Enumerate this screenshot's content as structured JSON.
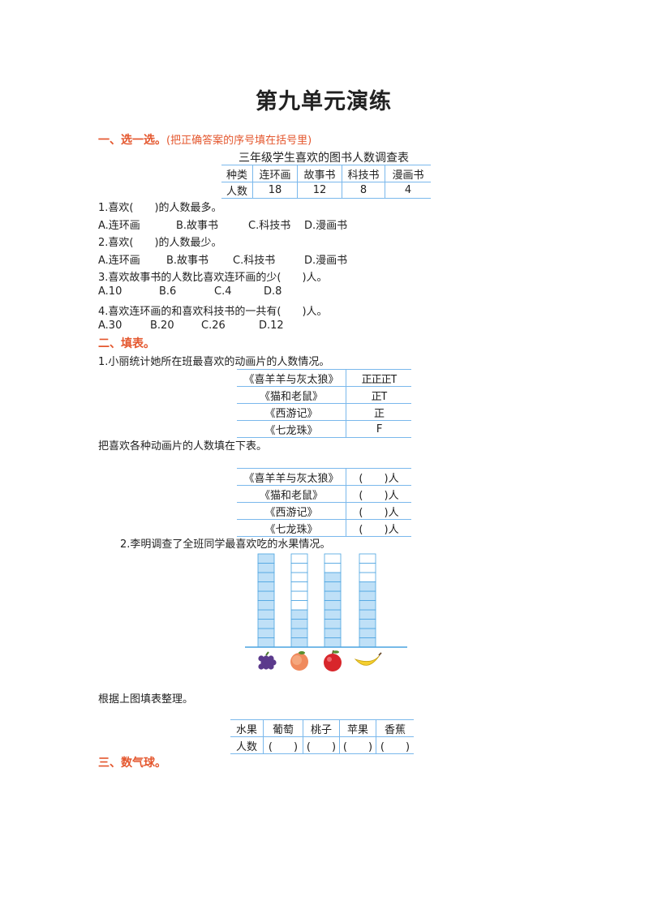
{
  "page_title": "第九单元演练",
  "section1": {
    "heading": "一、选一选。",
    "note": "(把正确答案的序号填在括号里)",
    "table_title": "三年级学生喜欢的图书人数调查表",
    "header_row": [
      "种类",
      "连环画",
      "故事书",
      "科技书",
      "漫画书"
    ],
    "data_row": [
      "人数",
      "18",
      "12",
      "8",
      "4"
    ],
    "questions": [
      {
        "q": "1.喜欢(　　)的人数最多。",
        "options": [
          "A.连环画",
          "B.故事书",
          "C.科技书",
          "D.漫画书"
        ]
      },
      {
        "q": "2.喜欢(　　)的人数最少。",
        "options": [
          "A.连环画",
          "B.故事书",
          "C.科技书",
          "D.漫画书"
        ]
      },
      {
        "q": "3.喜欢故事书的人数比喜欢连环画的少(　　)人。",
        "options": [
          "A.10",
          "B.6",
          "C.4",
          "D.8"
        ]
      },
      {
        "q": "4.喜欢连环画的和喜欢科技书的一共有(　　)人。",
        "options": [
          "A.30",
          "B.20",
          "C.26",
          "D.12"
        ]
      }
    ]
  },
  "section2": {
    "heading": "二、填表。",
    "q1": "1.小丽统计她所在班最喜欢的动画片的人数情况。",
    "tally_rows": [
      {
        "name": "《喜羊羊与灰太狼》",
        "tally": "正正正T"
      },
      {
        "name": "《猫和老鼠》",
        "tally": "正T"
      },
      {
        "name": "《西游记》",
        "tally": "正"
      },
      {
        "name": "《七龙珠》",
        "tally": "F"
      }
    ],
    "fill_instruction": "把喜欢各种动画片的人数填在下表。",
    "fill_rows": [
      {
        "name": "《喜羊羊与灰太狼》",
        "blank": "(　　)人"
      },
      {
        "name": "《猫和老鼠》",
        "blank": "(　　)人"
      },
      {
        "name": "《西游记》",
        "blank": "(　　)人"
      },
      {
        "name": "《七龙珠》",
        "blank": "(　　)人"
      }
    ],
    "q2": "2.李明调查了全班同学最喜欢吃的水果情况。",
    "chart_instruction": "根据上图填表整理。",
    "fruit_header": [
      "水果",
      "葡萄",
      "桃子",
      "苹果",
      "香蕉"
    ],
    "fruit_row": [
      "人数",
      "(　　)",
      "(　　)",
      "(　　)",
      "(　　)"
    ]
  },
  "section3": {
    "heading": "三、数气球。"
  },
  "chart_data": {
    "type": "bar",
    "categories": [
      "葡萄",
      "桃子",
      "苹果",
      "香蕉"
    ],
    "icons": [
      "grapes-icon",
      "peach-icon",
      "apple-icon",
      "banana-icon"
    ],
    "values": [
      10,
      4,
      8,
      7
    ],
    "capacity": 10,
    "fill_color": "#bfe0f7",
    "grid_color": "#4aa3e0"
  }
}
